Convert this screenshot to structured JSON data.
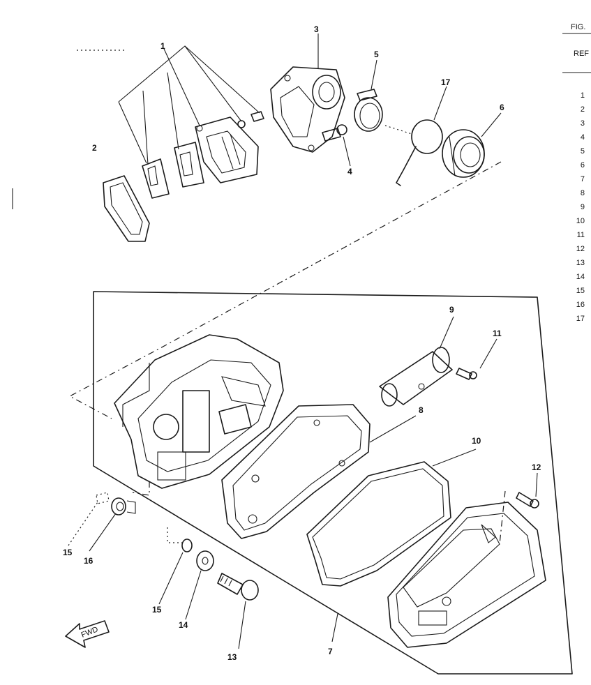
{
  "header": {
    "fig_label": "FIG.",
    "ref_label": "REF"
  },
  "ref_numbers": [
    "1",
    "2",
    "3",
    "4",
    "5",
    "6",
    "7",
    "8",
    "9",
    "10",
    "11",
    "12",
    "13",
    "14",
    "15",
    "16",
    "17"
  ],
  "callouts": {
    "c1": "1",
    "c2": "2",
    "c3": "3",
    "c4": "4",
    "c5": "5",
    "c6": "6",
    "c7": "7",
    "c8": "8",
    "c9": "9",
    "c10": "10",
    "c11": "11",
    "c12": "12",
    "c13": "13",
    "c14": "14",
    "c15a": "15",
    "c15b": "15",
    "c16": "16",
    "c17": "17"
  },
  "fwd_arrow_text": "FWD"
}
